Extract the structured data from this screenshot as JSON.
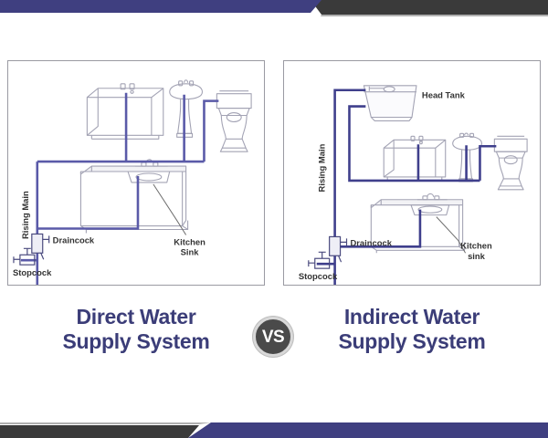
{
  "theme": {
    "accent_purple": "#3f3f80",
    "banner_dark": "#3a3a3a",
    "title_color": "#3b3d78",
    "pipe_color": "#5a5aa8",
    "fixture_outline": "#9c9cb0",
    "panel_border": "#9a9aa2",
    "badge_bg": "#4a4a4a"
  },
  "left": {
    "title_line1": "Direct Water",
    "title_line2": "Supply System",
    "labels": {
      "rising_main": "Rising Main",
      "draincock": "Draincock",
      "stopcock": "Stopcock",
      "kitchen_sink_line1": "Kitchen",
      "kitchen_sink_line2": "Sink"
    },
    "fixtures": [
      "bathtub",
      "wash-basin",
      "toilet",
      "kitchen-sink-counter"
    ]
  },
  "vs": {
    "label": "VS"
  },
  "right": {
    "title_line1": "Indirect Water",
    "title_line2": "Supply System",
    "labels": {
      "head_tank": "Head Tank",
      "rising_main": "Rising Main",
      "draincock": "Draincock",
      "stopcock": "Stopcock",
      "kitchen_sink_line1": "Kitchen",
      "kitchen_sink_line2": "sink"
    },
    "fixtures": [
      "head-tank",
      "bathtub",
      "wash-basin",
      "toilet",
      "kitchen-sink-counter"
    ]
  }
}
